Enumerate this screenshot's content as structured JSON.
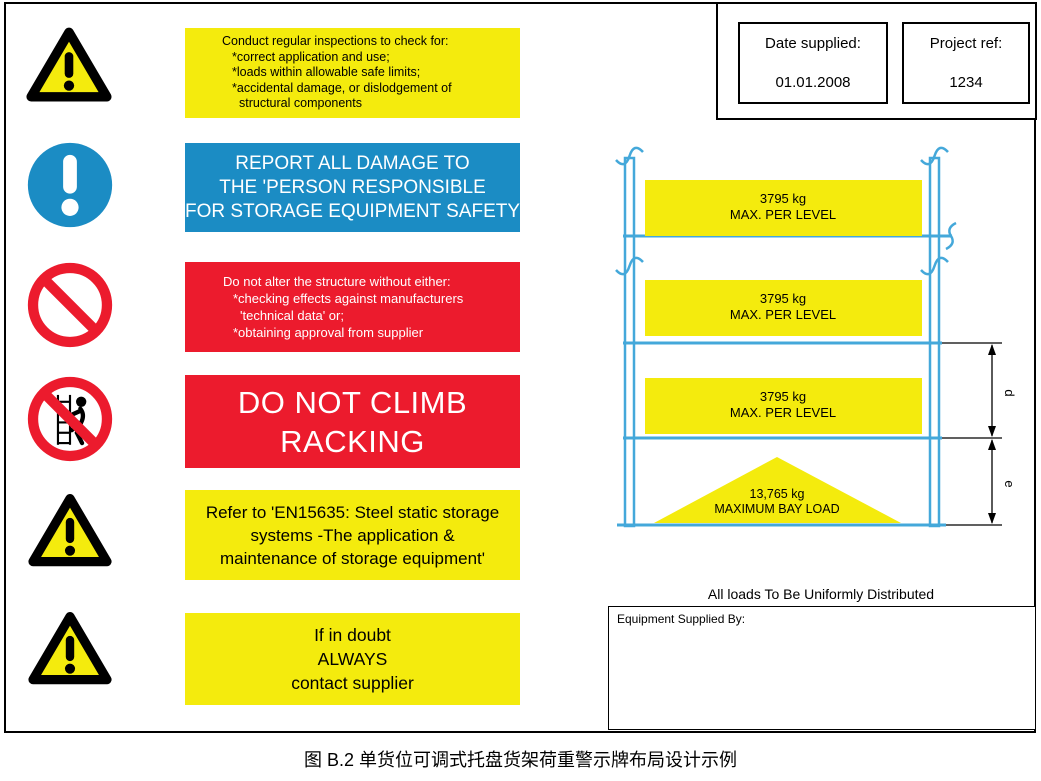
{
  "page": {
    "caption": "图 B.2  单货位可调式托盘货架荷重警示牌布局设计示例"
  },
  "header": {
    "date": {
      "label": "Date supplied:",
      "value": "01.01.2008"
    },
    "project": {
      "label": "Project ref:",
      "value": "1234"
    }
  },
  "colors": {
    "yellow": "#F4EB0D",
    "blue": "#1B8CC4",
    "red": "#EC1B2D",
    "rack_blue": "#44A8DA"
  },
  "icons": [
    "warning-triangle-icon",
    "mandatory-exclamation-icon",
    "prohibition-icon",
    "no-climbing-icon",
    "warning-triangle-icon",
    "warning-triangle-icon"
  ],
  "signs": {
    "inspect": {
      "lines": [
        "Conduct regular inspections to check for:",
        "*correct application and use;",
        "*loads within allowable safe limits;",
        "*accidental damage, or dislodgement of",
        "structural components"
      ]
    },
    "report": {
      "lines": [
        "REPORT ALL DAMAGE TO",
        "THE 'PERSON RESPONSIBLE",
        "FOR STORAGE EQUIPMENT SAFETY'"
      ]
    },
    "alter": {
      "lines": [
        "Do not alter the structure without either:",
        "*checking effects against manufacturers",
        "'technical data' or;",
        "*obtaining approval from supplier"
      ]
    },
    "climb": {
      "lines": [
        "DO NOT CLIMB",
        "RACKING"
      ]
    },
    "refer": {
      "lines": [
        "Refer to 'EN15635: Steel static storage",
        "systems -The application &",
        "maintenance of storage equipment'"
      ]
    },
    "doubt": {
      "lines": [
        "If in doubt",
        "ALWAYS",
        "contact supplier"
      ]
    }
  },
  "rack": {
    "levels": [
      {
        "line1": "3795 kg",
        "line2": "MAX. PER LEVEL"
      },
      {
        "line1": "3795 kg",
        "line2": "MAX. PER LEVEL"
      },
      {
        "line1": "3795 kg",
        "line2": "MAX. PER LEVEL"
      }
    ],
    "bay": {
      "line1": "13,765 kg",
      "line2": "MAXIMUM BAY LOAD"
    },
    "dims": {
      "d": "d",
      "e": "e"
    },
    "note": "All loads To Be Uniformly Distributed",
    "supplier_label": "Equipment Supplied By:"
  }
}
